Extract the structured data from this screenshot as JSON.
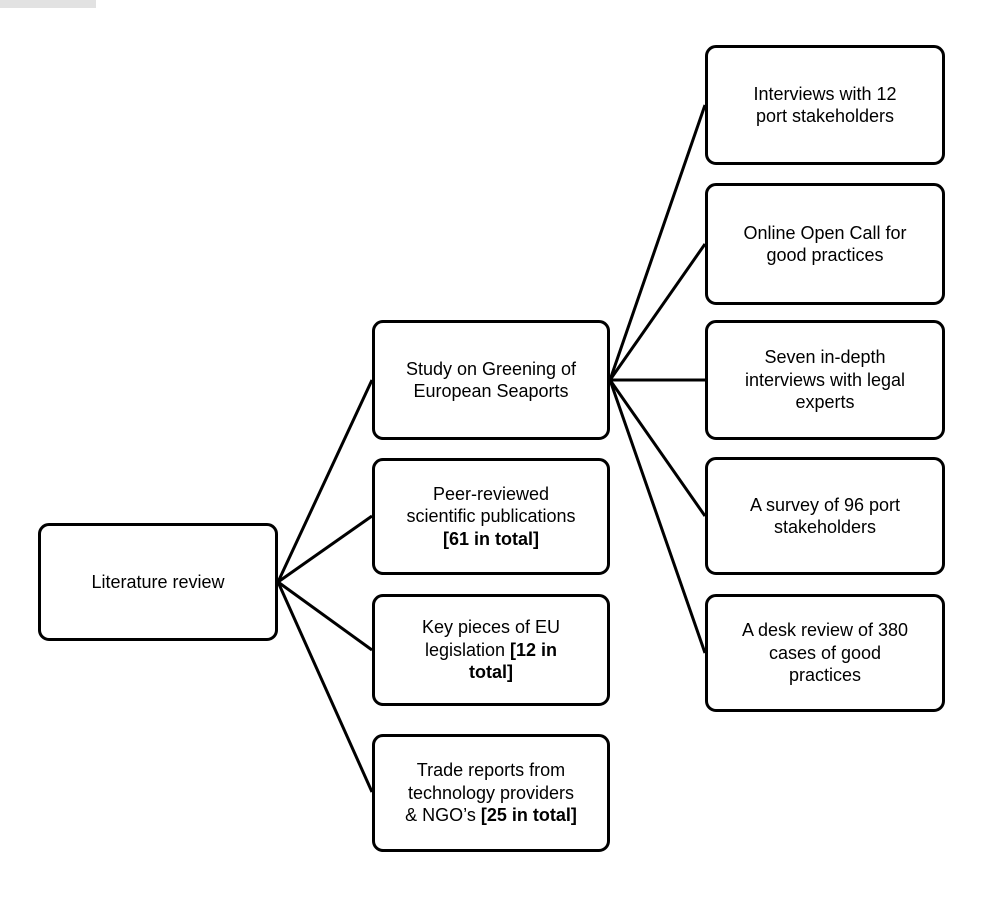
{
  "diagram": {
    "root": {
      "label": "Literature review"
    },
    "middle": [
      {
        "text": "Study on Greening of\nEuropean Seaports",
        "bold": ""
      },
      {
        "text": "Peer-reviewed\nscientific publications\n",
        "bold": "[61 in total]"
      },
      {
        "text": "Key pieces of EU\nlegislation ",
        "bold": "[12 in\ntotal]"
      },
      {
        "text": "Trade reports from\ntechnology providers\n& NGO’s ",
        "bold": "[25 in total]"
      }
    ],
    "right": [
      {
        "text": "Interviews with 12\nport stakeholders"
      },
      {
        "text": "Online Open Call for\ngood practices"
      },
      {
        "text": "Seven in-depth\ninterviews with legal\nexperts"
      },
      {
        "text": "A survey of 96 port\nstakeholders"
      },
      {
        "text": "A desk review of 380\ncases of good\npractices"
      }
    ],
    "colors": {
      "border": "#000000",
      "background": "#ffffff",
      "line": "#000000"
    }
  }
}
